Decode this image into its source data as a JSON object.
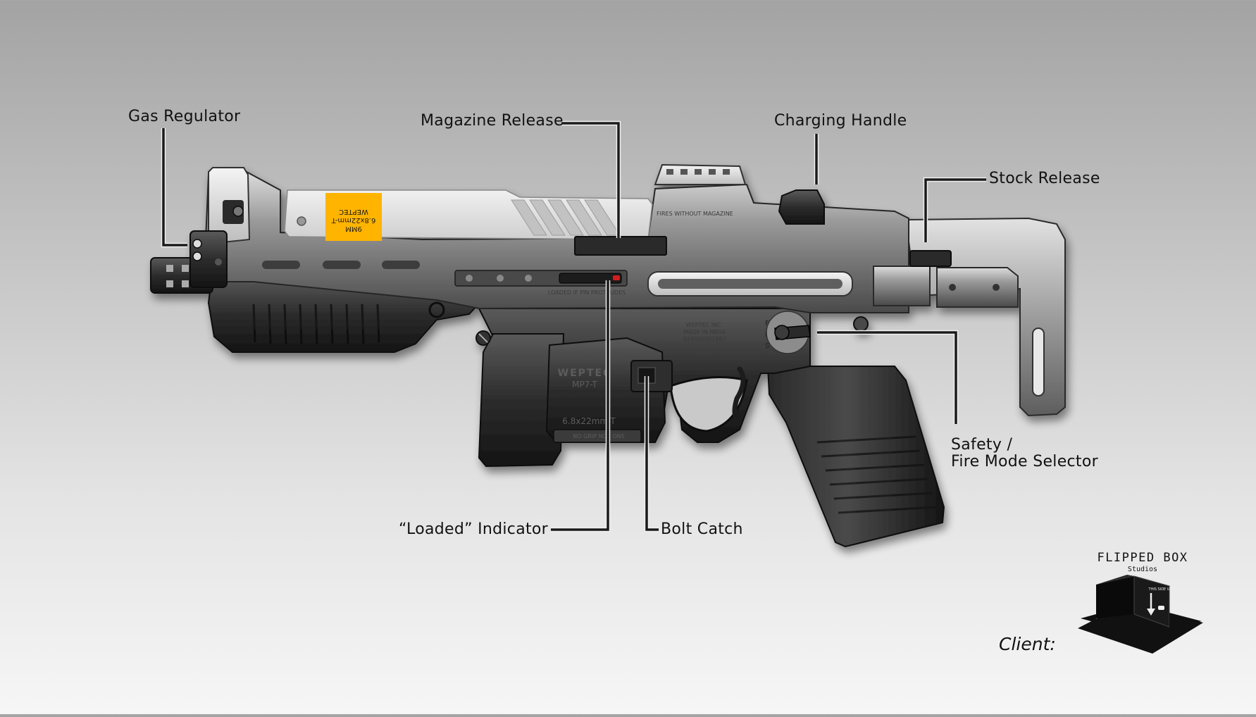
{
  "callouts": {
    "gas_regulator": "Gas Regulator",
    "magazine_release": "Magazine Release",
    "charging_handle": "Charging Handle",
    "stock_release": "Stock Release",
    "safety_line1": "Safety /",
    "safety_line2": "Fire Mode Selector",
    "loaded_indicator": "“Loaded” Indicator",
    "bolt_catch": "Bolt Catch"
  },
  "markings": {
    "label_line1": "WEPTEC",
    "label_line2": "6.8x22mm-T",
    "label_line3": "9MM",
    "fires_without_magazine": "FIRES WITHOUT MAGAZINE",
    "loaded_if_pin_protrudes": "LOADED IF PIN PROTRUDES",
    "maker_line1": "WEPTEC INC.",
    "maker_line2": "MADE IN INDIA",
    "maker_line3": "824000001887",
    "mag_brand": "WEPTEC",
    "mag_model": "MP7-T",
    "mag_caliber": "6.8x22mm-T",
    "mag_warning": "NO GRIP NOT ONS",
    "selector_f": "F",
    "selector_i": "I",
    "selector_s": "S"
  },
  "branding": {
    "company": "FLIPPED BOX",
    "subtitle": "Studios",
    "box_text": "THIS SIDE UP",
    "client_label": "Client:"
  },
  "colors": {
    "accent_yellow": "#ffb400",
    "indicator_red": "#d41c1c",
    "leader_line": "#1a1a1a"
  }
}
